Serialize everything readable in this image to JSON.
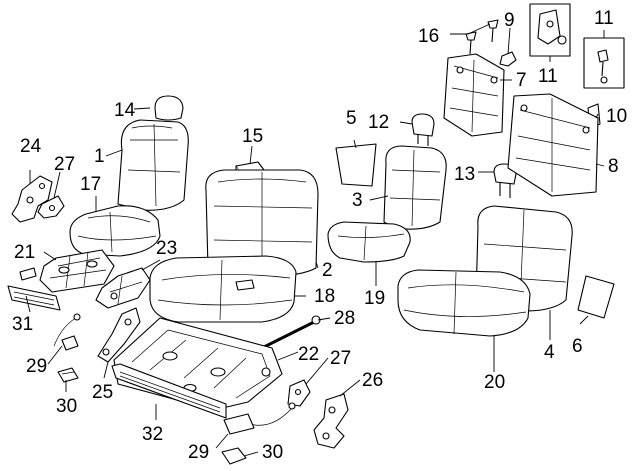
{
  "diagram": {
    "callouts": [
      {
        "id": "c1",
        "text": "1"
      },
      {
        "id": "c2",
        "text": "2"
      },
      {
        "id": "c3",
        "text": "3"
      },
      {
        "id": "c4",
        "text": "4"
      },
      {
        "id": "c5",
        "text": "5"
      },
      {
        "id": "c6",
        "text": "6"
      },
      {
        "id": "c7",
        "text": "7"
      },
      {
        "id": "c8",
        "text": "8"
      },
      {
        "id": "c9",
        "text": "9"
      },
      {
        "id": "c10",
        "text": "10"
      },
      {
        "id": "c11a",
        "text": "11"
      },
      {
        "id": "c11b",
        "text": "11"
      },
      {
        "id": "c12",
        "text": "12"
      },
      {
        "id": "c13",
        "text": "13"
      },
      {
        "id": "c14",
        "text": "14"
      },
      {
        "id": "c15",
        "text": "15"
      },
      {
        "id": "c16",
        "text": "16"
      },
      {
        "id": "c17",
        "text": "17"
      },
      {
        "id": "c18",
        "text": "18"
      },
      {
        "id": "c19",
        "text": "19"
      },
      {
        "id": "c20",
        "text": "20"
      },
      {
        "id": "c21",
        "text": "21"
      },
      {
        "id": "c22",
        "text": "22"
      },
      {
        "id": "c23",
        "text": "23"
      },
      {
        "id": "c24",
        "text": "24"
      },
      {
        "id": "c25",
        "text": "25"
      },
      {
        "id": "c26",
        "text": "26"
      },
      {
        "id": "c27a",
        "text": "27"
      },
      {
        "id": "c27b",
        "text": "27"
      },
      {
        "id": "c28",
        "text": "28"
      },
      {
        "id": "c29a",
        "text": "29"
      },
      {
        "id": "c29b",
        "text": "29"
      },
      {
        "id": "c30a",
        "text": "30"
      },
      {
        "id": "c30b",
        "text": "30"
      },
      {
        "id": "c31",
        "text": "31"
      },
      {
        "id": "c32",
        "text": "32"
      }
    ]
  }
}
